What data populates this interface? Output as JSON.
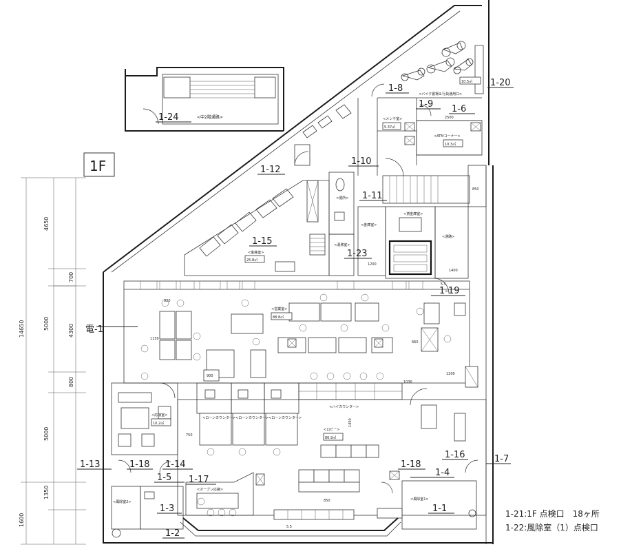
{
  "floor_label": "1F",
  "hatch_labels": [
    {
      "id": "1-1"
    },
    {
      "id": "1-2"
    },
    {
      "id": "1-3"
    },
    {
      "id": "1-4"
    },
    {
      "id": "1-5"
    },
    {
      "id": "1-6"
    },
    {
      "id": "1-7"
    },
    {
      "id": "1-8"
    },
    {
      "id": "1-9"
    },
    {
      "id": "1-10"
    },
    {
      "id": "1-11"
    },
    {
      "id": "1-12"
    },
    {
      "id": "1-13"
    },
    {
      "id": "1-14"
    },
    {
      "id": "1-15"
    },
    {
      "id": "1-16"
    },
    {
      "id": "1-17"
    },
    {
      "id": "1-18"
    },
    {
      "id": "1-18"
    },
    {
      "id": "1-19"
    },
    {
      "id": "1-20"
    },
    {
      "id": "1-23"
    },
    {
      "id": "1-24"
    },
    {
      "id": "1-1"
    }
  ],
  "rooms": {
    "bike": "<バイク置場＆行員通用口>",
    "maint": "<メンテ室>",
    "maint_area": "5.37㎡",
    "atm": "<ATMコーナー>",
    "atm_area": "10.3㎡",
    "bike_area": "10.5㎡",
    "stair2": "<中2階通路>",
    "safe": "<金庫室>",
    "passage": "<通路>",
    "safe_room": "<貸金庫室>",
    "wc": "<便所>",
    "wash": "<湯沸室>",
    "storage": "<金庫室>",
    "storage_area": "25.8㎡",
    "office": "<営業室>",
    "office_area": "88.8㎡",
    "reception": "<応接室>",
    "reception_area": "10.2㎡",
    "lobby": "<ロビー>",
    "lobby_area": "86.9㎡",
    "open_counter": "<オープン応接>",
    "windbreak1": "<風除室1>",
    "windbreak2": "<風除室2>",
    "loan1": "<ローンカウンター>",
    "loan2": "<ローンカウンター>",
    "loan3": "<ローンカウンター>",
    "customer_counter": "<ハイカウンター>"
  },
  "dimensions": {
    "left_4650": "4650",
    "left_14650": "14650",
    "left_5000a": "5000",
    "left_4300": "4300",
    "left_700": "700",
    "left_800": "800",
    "left_5000b": "5000",
    "left_1350": "1350",
    "left_1600": "1600",
    "d2500": "2500",
    "d850a": "850",
    "d1400": "1400",
    "d1200a": "1200",
    "d1200b": "1200",
    "d900": "900",
    "d750": "750",
    "d1450": "1450",
    "d1030": "1030",
    "d660": "660",
    "d850b": "850",
    "d920": "920",
    "d1150": "1150",
    "d55a": "5.5",
    "d55b": "5.5"
  },
  "legend": {
    "line1": "1-21:1F 点検口　18ヶ所",
    "line2": "1-22:風除室（1）点検口"
  },
  "misc_labels": {
    "elec": "電-1"
  }
}
